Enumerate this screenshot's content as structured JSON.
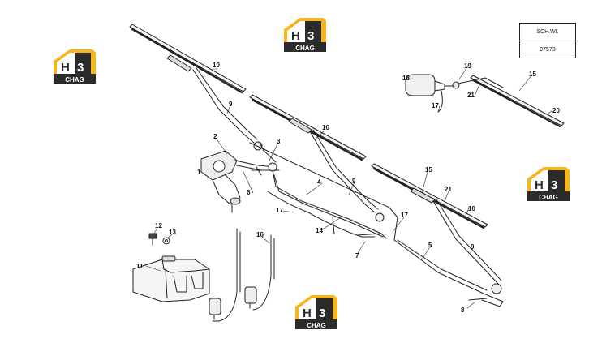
{
  "reference_box": {
    "schematic": "SCH.WI.",
    "number": "97573"
  },
  "logo": {
    "big_text": "H3",
    "small_text": "CHAG",
    "primary_color": "#f5b51f",
    "dark_color": "#2b2b2b"
  },
  "callouts": {
    "c1": "1",
    "c2": "2",
    "c3": "3",
    "c4": "4",
    "c5": "5",
    "c6": "6",
    "c7": "7",
    "c8": "8",
    "c9a": "9",
    "c9b": "9",
    "c9c": "9",
    "c10a": "10",
    "c10b": "10",
    "c10c": "10",
    "c11": "11",
    "c12": "12",
    "c13": "13",
    "c14": "14",
    "c15a": "15",
    "c15b": "15",
    "c16": "16",
    "c17a": "17",
    "c17b": "17",
    "c17c": "17",
    "c18": "18",
    "c19": "19",
    "c20": "20",
    "c21a": "21",
    "c21b": "21"
  }
}
